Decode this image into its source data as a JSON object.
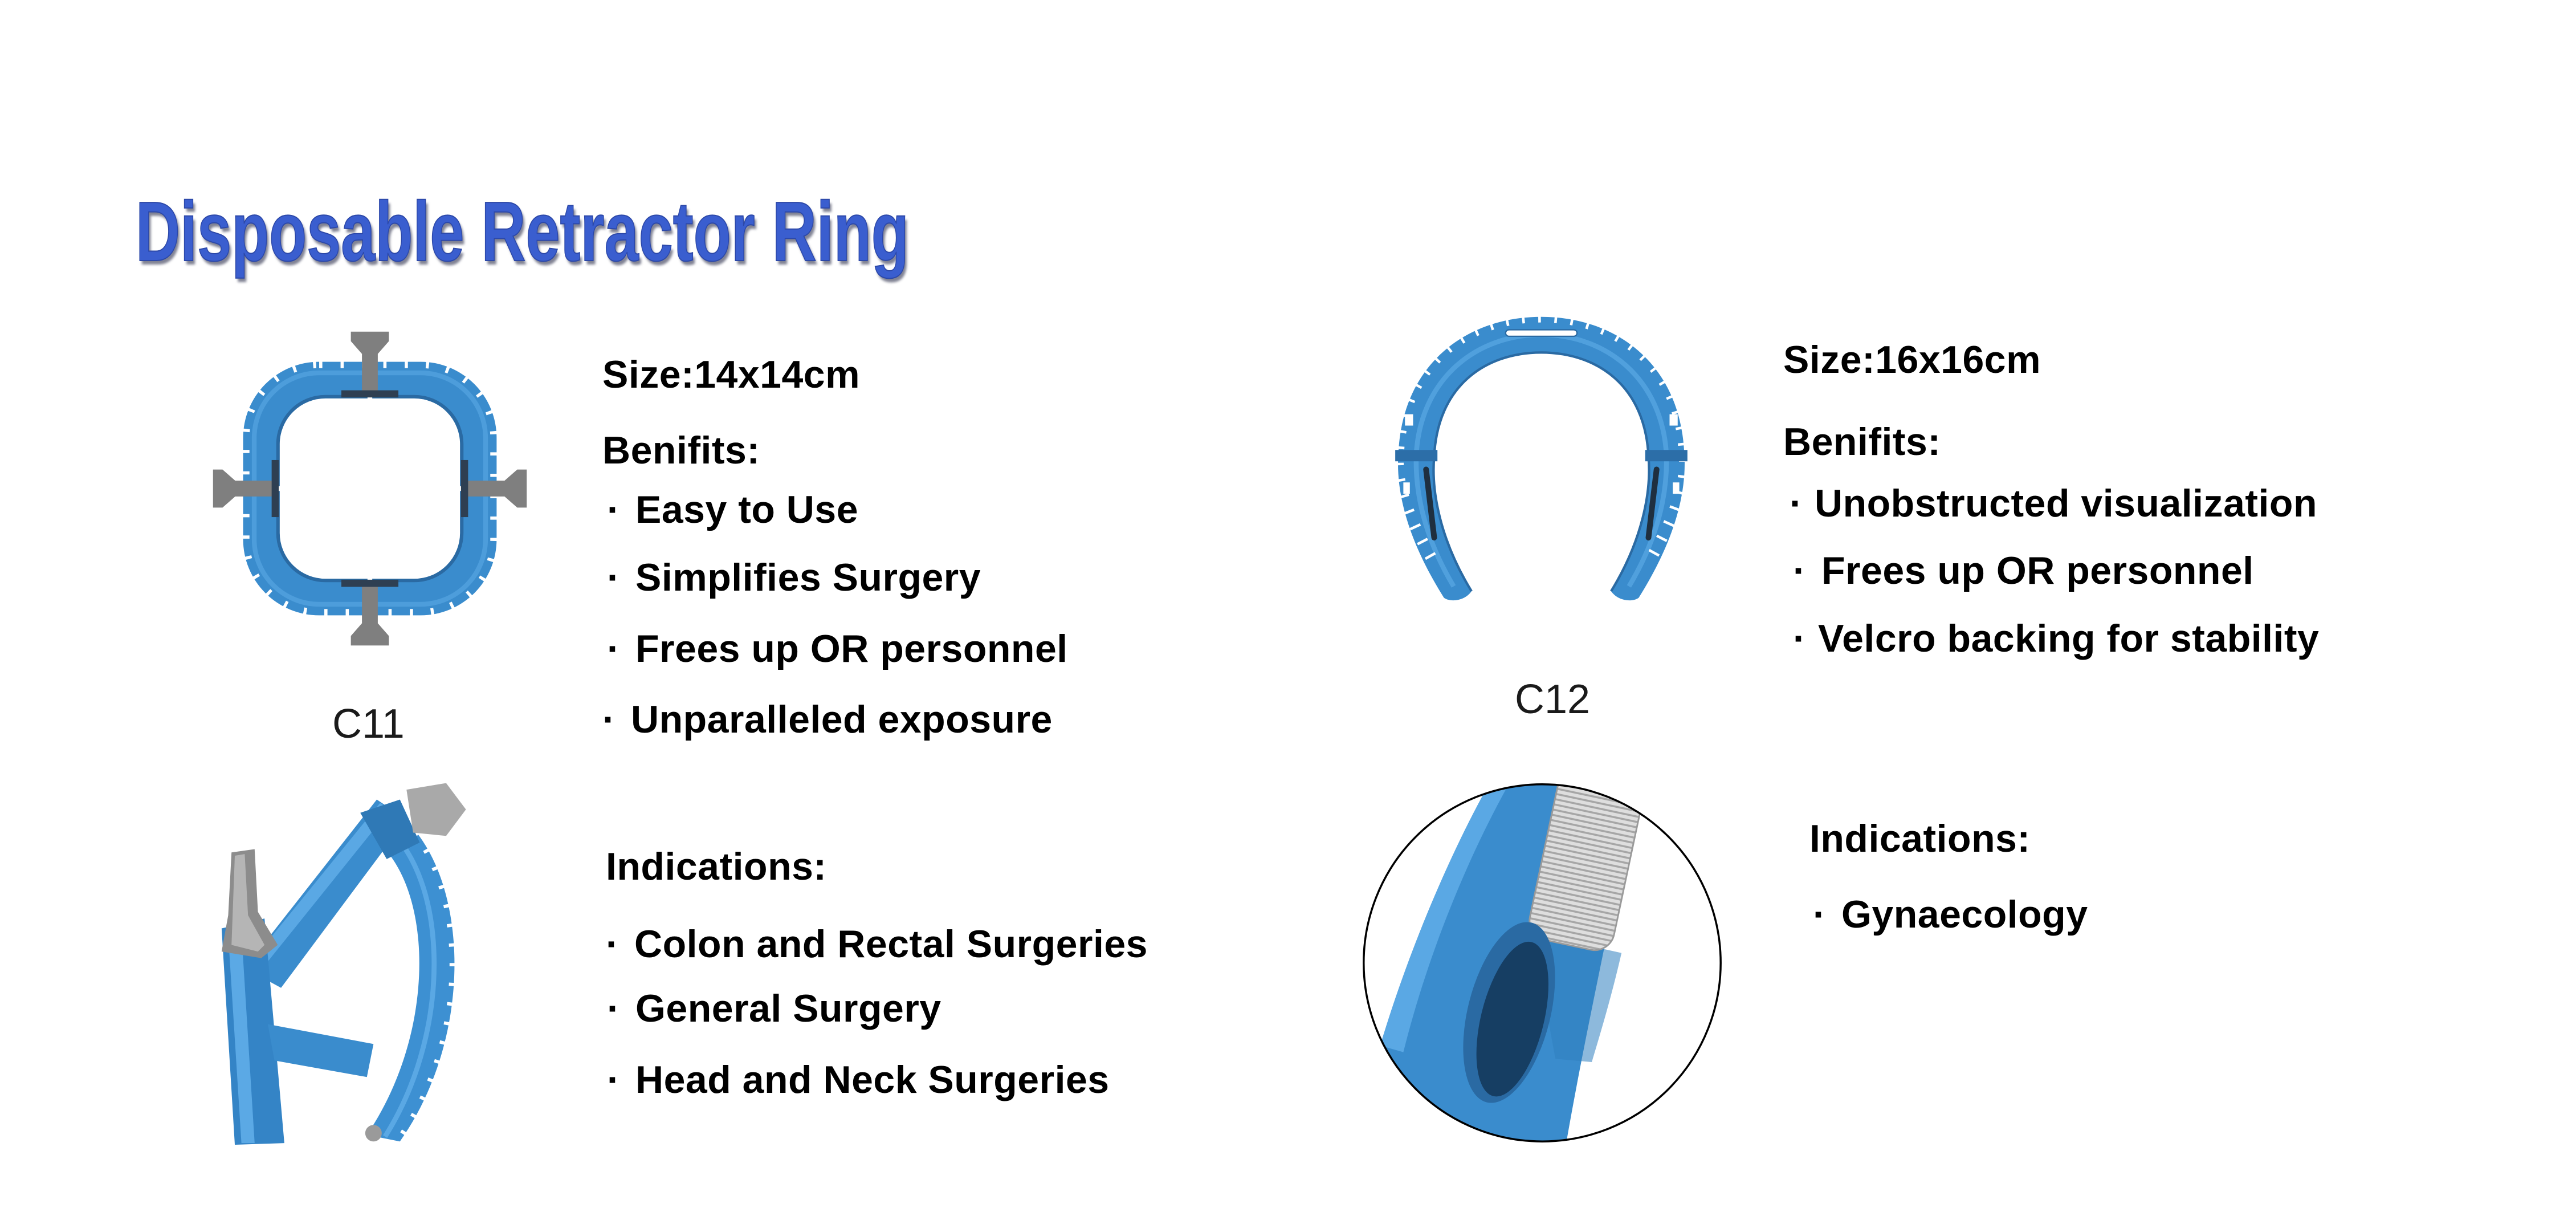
{
  "title": "Disposable Retractor Ring",
  "bullet": "·",
  "products": [
    {
      "model": "C11",
      "size": "Size:14x14cm",
      "benefits_heading": "Benifits:",
      "benefits": [
        "Easy to Use",
        "Simplifies Surgery",
        "Frees up OR personnel",
        "Unparalleled exposure"
      ],
      "indications_heading": "Indications:",
      "indications": [
        "Colon and Rectal Surgeries",
        "General Surgery",
        "Head and Neck Surgeries"
      ]
    },
    {
      "model": "C12",
      "size": "Size:16x16cm",
      "benefits_heading": "Benifits:",
      "benefits": [
        "Unobstructed visualization",
        "Frees up OR personnel",
        "Velcro backing for stability"
      ],
      "indications_heading": "Indications:",
      "indications": [
        "Gynaecology"
      ]
    }
  ],
  "colors": {
    "title": "#3a5ecf",
    "title_outline": "#2c48a8",
    "text": "#000000",
    "product_blue": "#3a8ccd",
    "tab_grey": "#7f7f7f"
  }
}
